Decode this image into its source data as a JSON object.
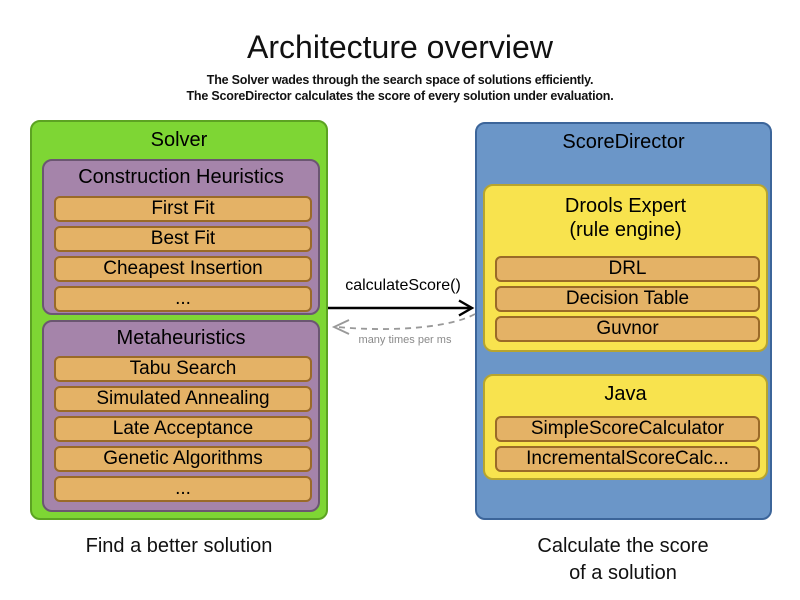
{
  "page": {
    "title": "Architecture overview",
    "subtitle1": "The Solver wades through the search space of solutions efficiently.",
    "subtitle2": "The ScoreDirector calculates the score of every solution under evaluation."
  },
  "solver": {
    "title": "Solver",
    "caption": "Find a better solution",
    "construction_heuristics": {
      "title": "Construction Heuristics",
      "items": [
        "First Fit",
        "Best Fit",
        "Cheapest Insertion",
        "..."
      ]
    },
    "metaheuristics": {
      "title": "Metaheuristics",
      "items": [
        "Tabu Search",
        "Simulated Annealing",
        "Late Acceptance",
        "Genetic Algorithms",
        "..."
      ]
    }
  },
  "score_director": {
    "title": "ScoreDirector",
    "caption_line1": "Calculate the score",
    "caption_line2": "of a solution",
    "drools": {
      "title_line1": "Drools Expert",
      "title_line2": "(rule engine)",
      "items": [
        "DRL",
        "Decision Table",
        "Guvnor"
      ]
    },
    "java": {
      "title": "Java",
      "items": [
        "SimpleScoreCalculator",
        "IncrementalScoreCalc..."
      ]
    }
  },
  "interaction": {
    "call_label": "calculateScore()",
    "return_label": "many times per ms"
  },
  "colors": {
    "solver_fill": "#7ed634",
    "solver_border": "#5ca322",
    "section_fill": "#a584aa",
    "section_border": "#6b5671",
    "item_fill": "#e4b266",
    "item_border": "#9a6a28",
    "director_fill": "#6b96c8",
    "director_border": "#3c659a",
    "engine_fill": "#f8e34e",
    "engine_border": "#b7a42e",
    "call_arrow": "#000000",
    "return_arrow": "#999999"
  }
}
